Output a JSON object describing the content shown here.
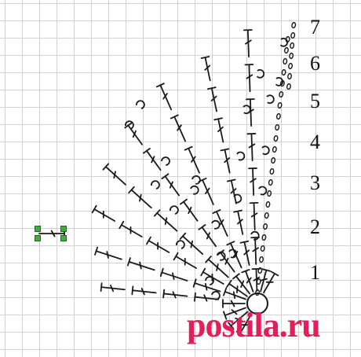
{
  "diagram": {
    "row_numbers": [
      "7",
      "6",
      "5",
      "4",
      "3",
      "2",
      "1"
    ]
  },
  "watermark": {
    "text": "postila.ru",
    "color": "#e21f58"
  },
  "colors": {
    "stroke": "#1a1a1a",
    "grid": "#d3d3d3",
    "selection_handle": "#44aa44"
  }
}
